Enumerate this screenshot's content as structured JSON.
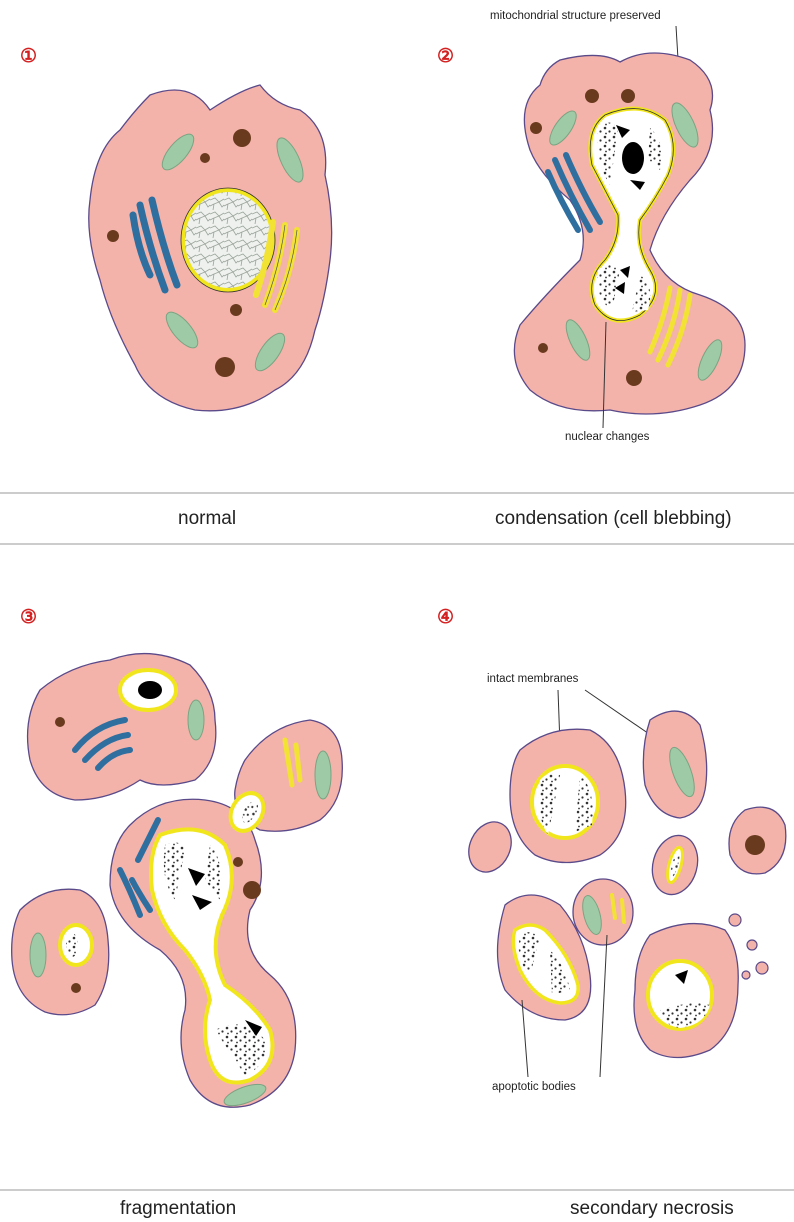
{
  "colors": {
    "cytoplasm": "#f4b3aa",
    "cell_outline": "#5a4a8a",
    "nucleus_ring": "#f1e61e",
    "mitochondria": "#9fcaa6",
    "golgi_blue": "#2f6fa0",
    "golgi_yellow": "#f2e233",
    "granule": "#6a3a1e",
    "step_number": "#d42020",
    "divider": "#bbbbbb"
  },
  "panels": [
    {
      "number": "①",
      "caption": "normal"
    },
    {
      "number": "②",
      "caption": "condensation  (cell blebbing)"
    },
    {
      "number": "③",
      "caption": "fragmentation"
    },
    {
      "number": "④",
      "caption": "secondary necrosis"
    }
  ],
  "labels": {
    "mito_preserved": "mitochondrial  structure preserved",
    "nuclear_changes": "nuclear  changes",
    "intact_membranes": "intact  membranes",
    "apoptotic_bodies": "apoptotic  bodies"
  }
}
